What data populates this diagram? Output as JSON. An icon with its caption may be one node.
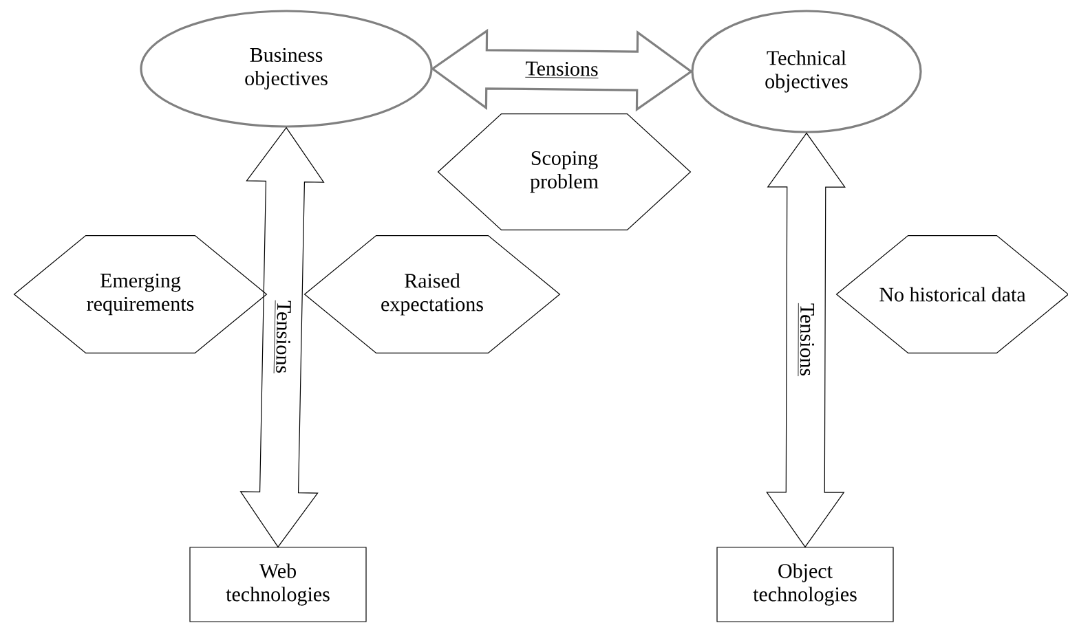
{
  "diagram": {
    "nodes": [
      {
        "text": [
          "Business objectives"
        ]
      },
      {
        "text": [
          "Technical objectives"
        ]
      },
      {
        "text": [
          "Scoping problem"
        ]
      },
      {
        "text": [
          "Emerging requirements"
        ]
      },
      {
        "text": [
          "Raised expectations"
        ]
      },
      {
        "text": [
          "No historical data"
        ]
      },
      {
        "text": [
          "Web technologies"
        ]
      },
      {
        "text": [
          "Object technologies"
        ]
      }
    ],
    "edges": [
      {
        "from": 0,
        "to": 1,
        "arrow": "both",
        "label": "Tensions",
        "style": "thick",
        "color": "#808080"
      },
      {
        "from": 0,
        "to": 6,
        "arrow": "both",
        "label": "Tensions"
      },
      {
        "from": 1,
        "to": 7,
        "arrow": "both",
        "label": "Tensions"
      }
    ]
  }
}
